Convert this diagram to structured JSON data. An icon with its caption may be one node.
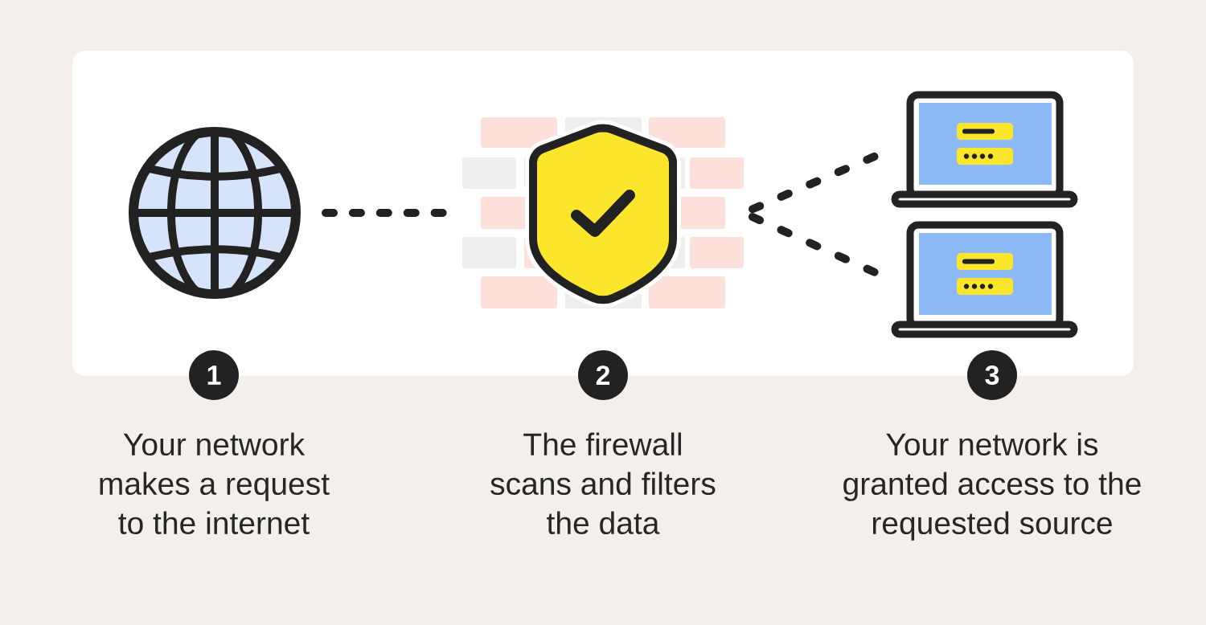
{
  "diagram": {
    "nodes": [
      {
        "text": [],
        "shape": "picture"
      },
      {
        "text": [],
        "shape": "picture"
      },
      {
        "text": [],
        "shape": "picture"
      },
      {
        "text": [],
        "shape": "picture"
      },
      {
        "text": [
          "1"
        ],
        "beside": [
          "Your network makes a request to the internet"
        ]
      },
      {
        "text": [
          "2"
        ],
        "beside": [
          "The firewall scans and filters the data"
        ]
      },
      {
        "text": [
          "3"
        ],
        "beside": [
          "Your network is granted access to the requested source"
        ]
      }
    ],
    "edges": [
      {
        "from": 0,
        "to": 1,
        "arrow": "none",
        "style": "dashed"
      },
      {
        "from": 1,
        "to": 2,
        "arrow": "none",
        "style": "dashed"
      },
      {
        "from": 1,
        "to": 3,
        "arrow": "none",
        "style": "dashed"
      }
    ]
  }
}
